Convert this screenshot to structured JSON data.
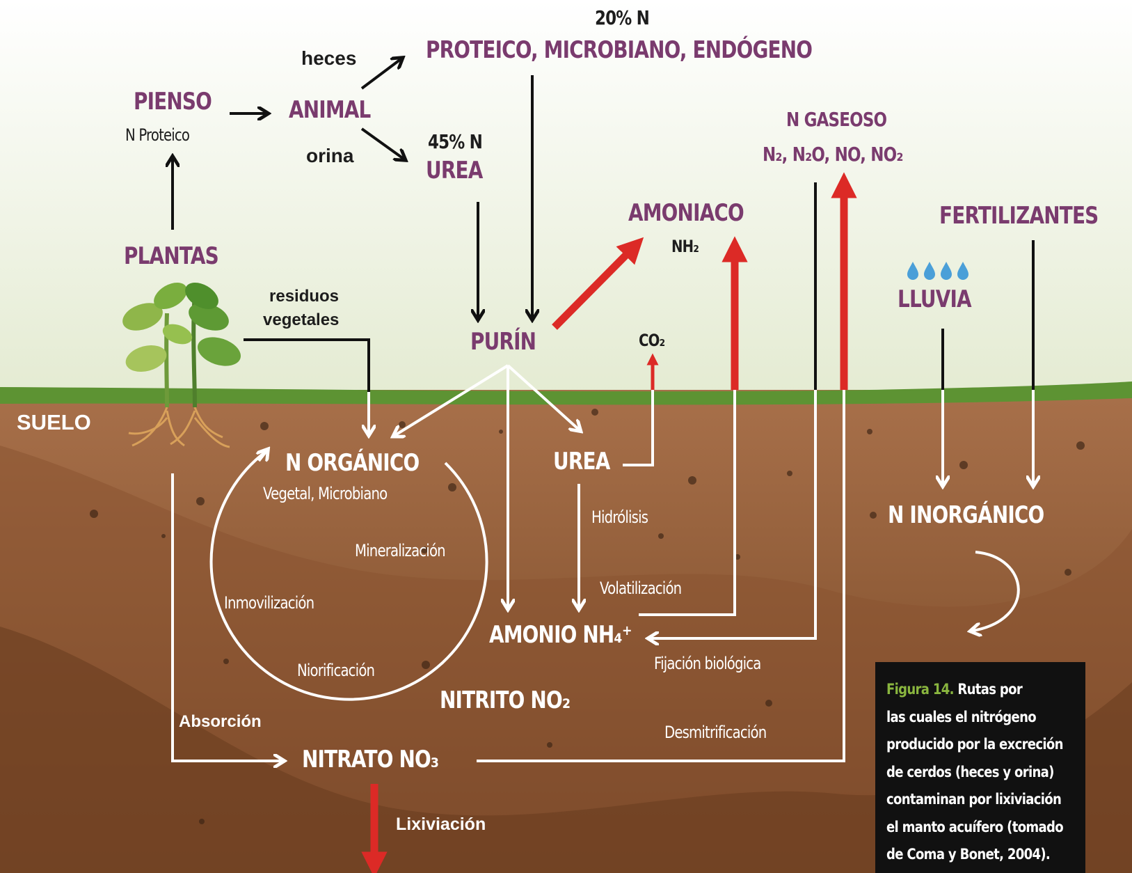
{
  "labels": {
    "pct20": "20% N",
    "proteico": "PROTEICO, MICROBIANO, ENDÓGENO",
    "heces": "heces",
    "pienso": "PIENSO",
    "n_proteico": "N Proteico",
    "animal": "ANIMAL",
    "orina": "orina",
    "pct45": "45% N",
    "urea_top": "UREA",
    "n_gaseoso": "N GASEOSO",
    "gases": "N₂, N₂O, NO, NO₂",
    "amoniaco": "AMONIACO",
    "nh2": "NH₂",
    "fertilizantes": "FERTILIZANTES",
    "plantas": "PLANTAS",
    "lluvia": "LLUVIA",
    "residuos1": "residuos",
    "residuos2": "vegetales",
    "purin": "PURÍN",
    "co2": "CO₂",
    "suelo": "SUELO",
    "n_organico": "N ORGÁNICO",
    "vegetal_microbiano": "Vegetal, Microbiano",
    "urea_soil": "UREA",
    "hidrolisis": "Hidrólisis",
    "n_inorganico": "N INORGÁNICO",
    "mineralizacion": "Mineralización",
    "inmovilizacion": "Inmovilización",
    "volatilizacion": "Volatilización",
    "amonio": "AMONIO NH₄⁺",
    "fijacion": "Fijación biológica",
    "niorificacion": "Niorificación",
    "nitrito": "NITRITO NO₂",
    "absorcion": "Absorción",
    "desmitrificacion": "Desmitrificación",
    "nitrato": "NITRATO NO₃",
    "lixiviacion": "Lixiviación"
  },
  "caption": {
    "lead": "Figura 14.",
    "line1": "Rutas por",
    "line2": "las cuales el nitrógeno",
    "line3": "producido por la excreción",
    "line4": "de cerdos (heces y orina)",
    "line5": "contaminan por lixiviación",
    "line6": "el manto acuífero (tomado",
    "line7": "de Coma y Bonet, 2004)."
  },
  "colors": {
    "sky_top": "#ffffff",
    "sky_bottom": "#e4ebd2",
    "grass": "#5d9333",
    "soil_top": "#a8704a",
    "soil_bottom": "#7a4a2a",
    "label_purple": "#7a3b6e",
    "arrow_red": "#dc2a26",
    "caption_green": "#8ab63f"
  }
}
